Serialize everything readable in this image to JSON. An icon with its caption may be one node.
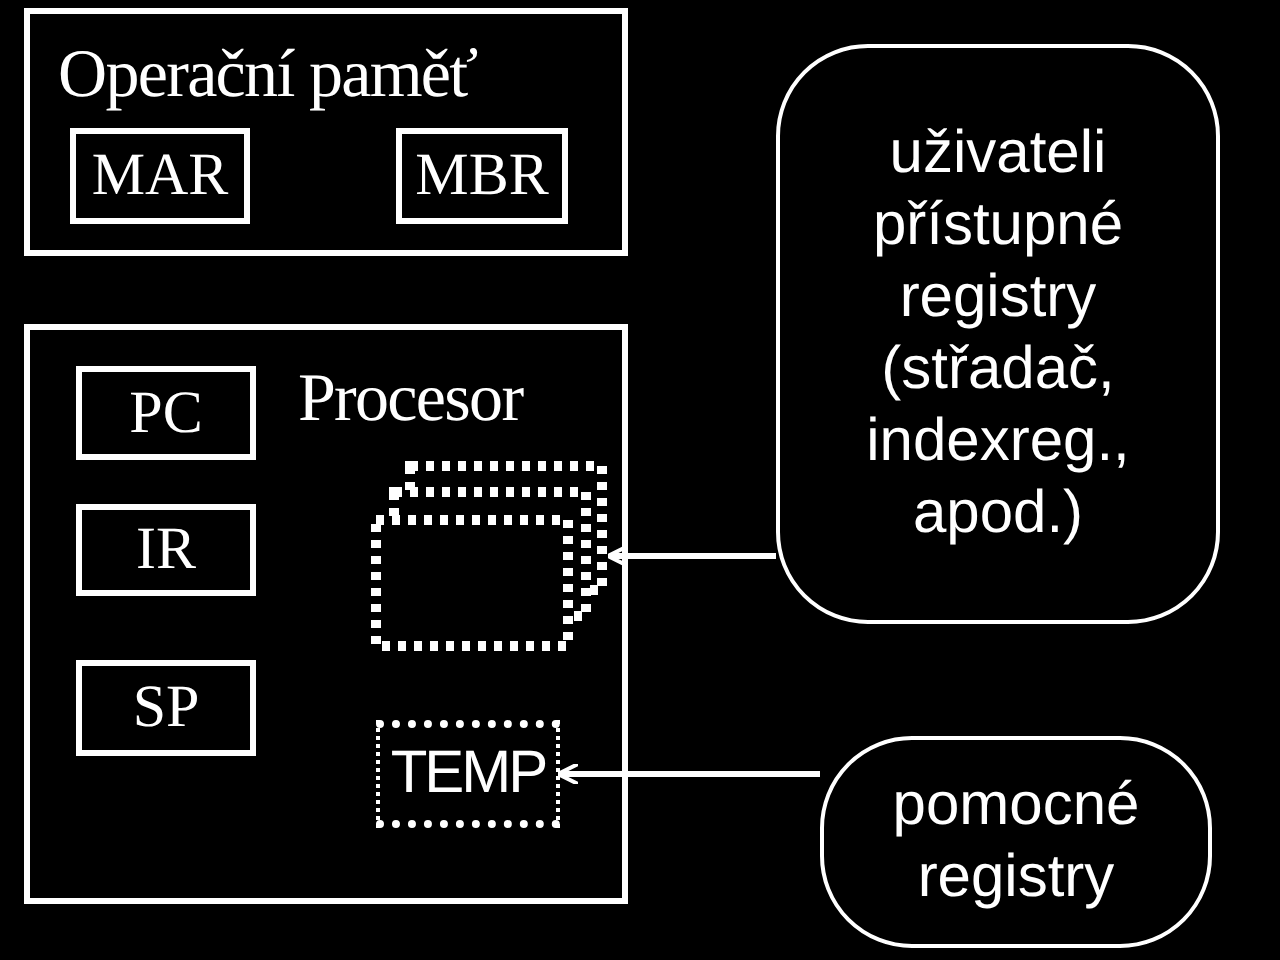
{
  "diagram": {
    "nodes": [
      {
        "text": [
          "Operační paměť"
        ]
      },
      {
        "text": [
          "MAR"
        ],
        "in": 0
      },
      {
        "text": [
          "MBR"
        ],
        "in": 0
      },
      {
        "text": [
          "Procesor"
        ]
      },
      {
        "text": [
          "PC"
        ],
        "in": 3
      },
      {
        "text": [
          "IR"
        ],
        "in": 3
      },
      {
        "text": [
          "SP"
        ],
        "in": 3
      },
      {
        "text": [],
        "shape": "box",
        "in": 3
      },
      {
        "text": [
          "TEMP"
        ],
        "in": 3
      },
      {
        "text": [
          "uživateli přístupné registry (střadač, indexreg., apod.)"
        ]
      },
      {
        "text": [
          "pomocné registry"
        ]
      }
    ],
    "edges": [
      {
        "from": 9,
        "to": 7,
        "arrow": "to"
      },
      {
        "from": 10,
        "to": 8,
        "arrow": "to"
      }
    ]
  }
}
